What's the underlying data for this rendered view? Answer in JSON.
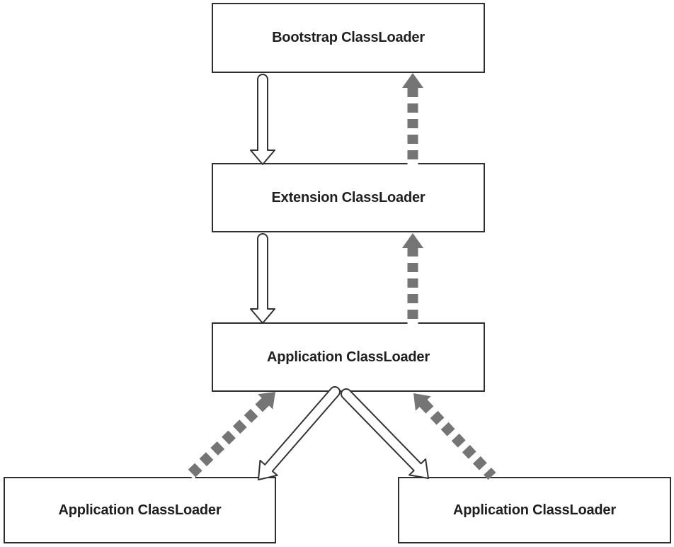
{
  "diagram": {
    "nodes": [
      {
        "id": "bootstrap",
        "label": "Bootstrap ClassLoader"
      },
      {
        "id": "extension",
        "label": "Extension ClassLoader"
      },
      {
        "id": "application",
        "label": "Application ClassLoader"
      },
      {
        "id": "application-left",
        "label": "Application ClassLoader"
      },
      {
        "id": "application-right",
        "label": "Application ClassLoader"
      }
    ],
    "edges": [
      {
        "from": "bootstrap",
        "to": "extension",
        "style": "hollow-outline",
        "direction": "down"
      },
      {
        "from": "extension",
        "to": "bootstrap",
        "style": "dashed-gray",
        "direction": "up"
      },
      {
        "from": "extension",
        "to": "application",
        "style": "hollow-outline",
        "direction": "down"
      },
      {
        "from": "application",
        "to": "extension",
        "style": "dashed-gray",
        "direction": "up"
      },
      {
        "from": "application",
        "to": "application-left",
        "style": "hollow-outline",
        "direction": "down-left"
      },
      {
        "from": "application-left",
        "to": "application",
        "style": "dashed-gray",
        "direction": "up-right"
      },
      {
        "from": "application",
        "to": "application-right",
        "style": "hollow-outline",
        "direction": "down-right"
      },
      {
        "from": "application-right",
        "to": "application",
        "style": "dashed-gray",
        "direction": "up-left"
      }
    ],
    "colors": {
      "background": "#ffffff",
      "box_border": "#2e2e2e",
      "box_fill": "#ffffff",
      "text": "#1f1f1f",
      "hollow_arrow_outline": "#333333",
      "hollow_arrow_fill": "#ffffff",
      "dashed_arrow_gray": "#757575"
    }
  }
}
